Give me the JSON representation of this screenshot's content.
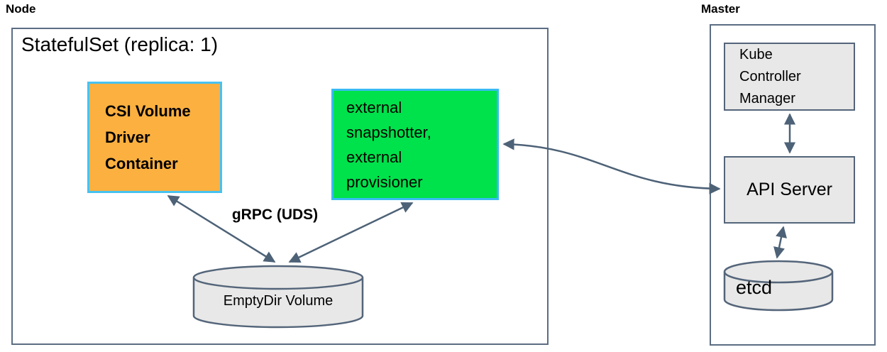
{
  "colors": {
    "accent_orange": "#FBB040",
    "accent_green": "#00E24B",
    "colored_box_border_cyan": "#47C2F1",
    "connector_slate": "#4D6277",
    "gray_component_fill": "#E8E8E8",
    "boundary_border_slate": "#5B6D83",
    "text": "#000000",
    "background": "#FFFFFF"
  },
  "node": {
    "label": "Node",
    "statefulset_label": "StatefulSet (replica: 1)",
    "csi_driver_box_label": "CSI Volume\nDriver\nContainer",
    "sidecar_box_label": "external\nsnapshotter,\nexternal\nprovisioner",
    "grpc_label": "gRPC (UDS)",
    "emptydir_label": "EmptyDir Volume"
  },
  "master": {
    "label": "Master",
    "kube_controller_manager_label": "Kube\nController\nManager",
    "api_server_label": "API Server",
    "etcd_label": "etcd"
  },
  "connections": [
    {
      "from": "CSI Volume Driver Container",
      "to": "EmptyDir Volume",
      "bidirectional": true,
      "label": "gRPC (UDS)"
    },
    {
      "from": "external snapshotter, external provisioner",
      "to": "EmptyDir Volume",
      "bidirectional": true,
      "label": "gRPC (UDS)"
    },
    {
      "from": "external snapshotter, external provisioner",
      "to": "API Server",
      "bidirectional": true,
      "label": ""
    },
    {
      "from": "Kube Controller Manager",
      "to": "API Server",
      "bidirectional": true,
      "label": ""
    },
    {
      "from": "API Server",
      "to": "etcd",
      "bidirectional": true,
      "label": ""
    }
  ]
}
